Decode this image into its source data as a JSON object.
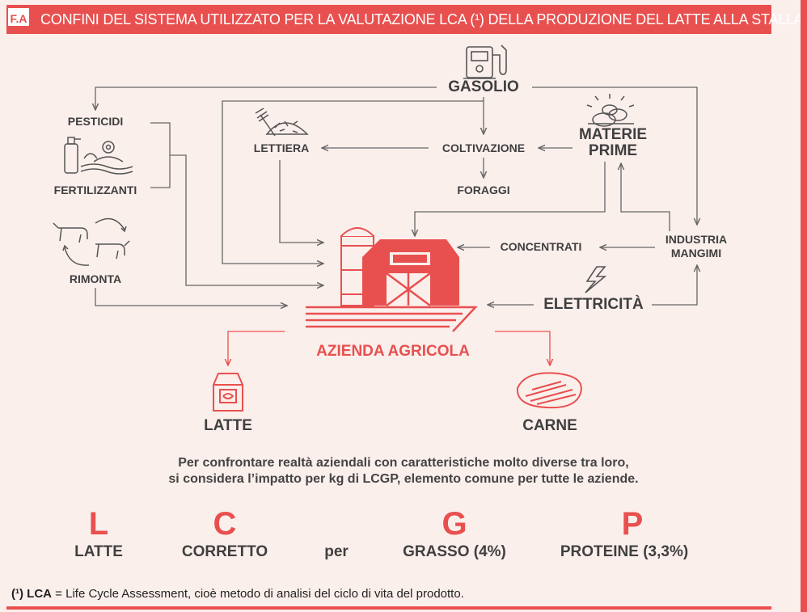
{
  "header": {
    "badge": "F.A",
    "title": "CONFINI DEL SISTEMA UTILIZZATO PER LA VALUTAZIONE LCA (¹) DELLA PRODUZIONE DEL LATTE ALLA STALLA"
  },
  "nodes": {
    "gasolio": "GASOLIO",
    "pesticidi": "PESTICIDI",
    "fertilizzanti": "FERTILIZZANTI",
    "rimonta": "RIMONTA",
    "lettiera": "LETTIERA",
    "coltivazione": "COLTIVAZIONE",
    "foraggi": "FORAGGI",
    "materie_prime": [
      "MATERIE",
      "PRIME"
    ],
    "concentrati": "CONCENTRATI",
    "industria_mangimi": [
      "INDUSTRIA",
      "MANGIMI"
    ],
    "elettricita": "ELETTRICITÀ",
    "azienda": "AZIENDA AGRICOLA",
    "latte": "LATTE",
    "carne": "CARNE"
  },
  "note": [
    "Per confrontare realtà aziendali con caratteristiche molto diverse tra loro,",
    "si considera l’impatto per kg di LCGP, elemento comune per tutte le aziende."
  ],
  "acronym": {
    "letters": [
      "L",
      "C",
      "G",
      "P"
    ],
    "words": [
      "LATTE",
      "CORRETTO",
      "per",
      "GRASSO (4%)",
      "PROTEINE (3,3%)"
    ]
  },
  "footnote": {
    "mark": "(¹)",
    "term": "LCA",
    "text": "= Life Cycle Assessment, cioè metodo di analisi del ciclo di vita del prodotto."
  },
  "colors": {
    "accent": "#e8504f",
    "text": "#3f3f3f",
    "background": "#fbefec"
  },
  "icons": [
    "fuel-pump-icon",
    "sprayer-plants-icon",
    "cows-cycle-icon",
    "hay-pitchfork-icon",
    "stones-icon",
    "lightning-icon",
    "barn-icon",
    "milk-carton-icon",
    "steak-icon"
  ]
}
